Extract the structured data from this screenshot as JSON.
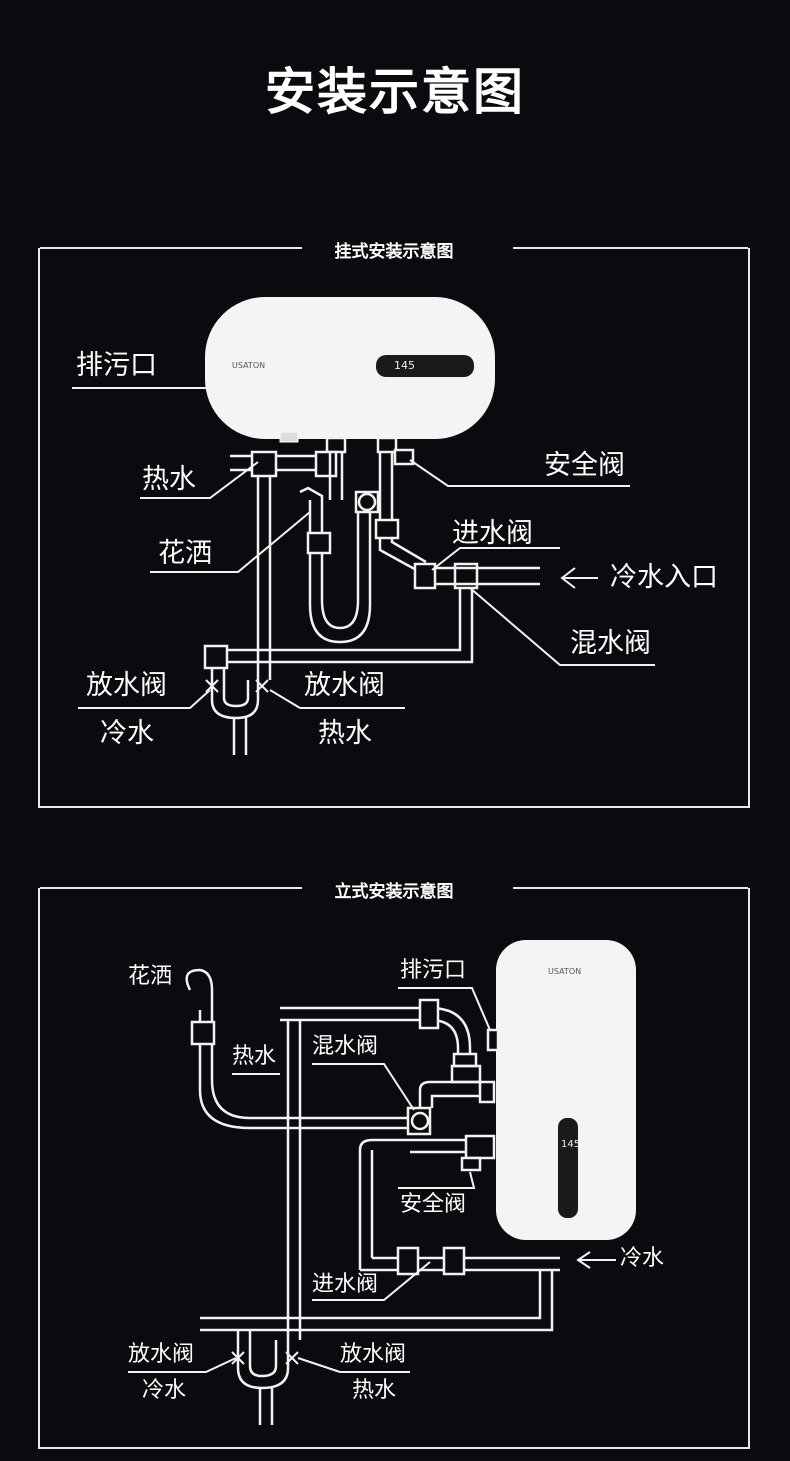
{
  "title": "安装示意图",
  "wall_mount": {
    "heading": "挂式安装示意图",
    "brand": "USATON",
    "display": "145",
    "labels": {
      "drain_outlet": "排污口",
      "hot_water": "热水",
      "shower": "花洒",
      "safety_valve": "安全阀",
      "inlet_valve": "进水阀",
      "cold_water_inlet": "冷水入口",
      "mixing_valve": "混水阀",
      "drain_valve_left": "放水阀",
      "drain_valve_right": "放水阀",
      "cold_water": "冷水",
      "hot_water_bottom": "热水"
    }
  },
  "floor_stand": {
    "heading": "立式安装示意图",
    "brand": "USATON",
    "display": "145",
    "labels": {
      "shower": "花洒",
      "drain_outlet": "排污口",
      "hot_water": "热水",
      "mixing_valve": "混水阀",
      "safety_valve": "安全阀",
      "cold_water": "冷水",
      "inlet_valve": "进水阀",
      "drain_valve_left": "放水阀",
      "drain_valve_right": "放水阀",
      "cold_water_bottom": "冷水",
      "hot_water_bottom": "热水"
    }
  },
  "icons": {
    "arrow": "arrow-left-icon"
  }
}
